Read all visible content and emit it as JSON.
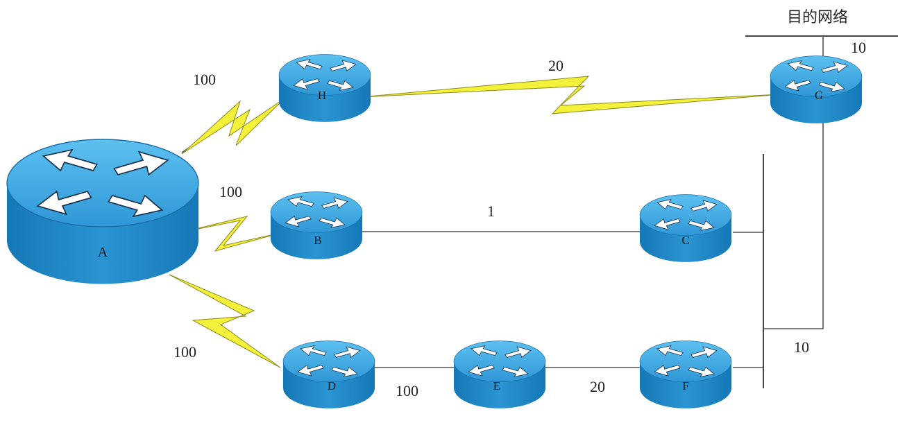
{
  "destination_label": "目的网络",
  "routers": {
    "a": "A",
    "b": "B",
    "c": "C",
    "d": "D",
    "e": "E",
    "f": "F",
    "g": "G",
    "h": "H"
  },
  "link_costs": {
    "a_h": "100",
    "a_b": "100",
    "a_d": "100",
    "h_g": "20",
    "b_c": "1",
    "d_e": "100",
    "e_f": "20",
    "g_dest": "10",
    "lan_g": "10"
  },
  "colors": {
    "router_top": "#3aa3e0",
    "router_side": "#1a7fbf",
    "serial_link": "#f4f13a",
    "ethernet_link": "#555555"
  }
}
